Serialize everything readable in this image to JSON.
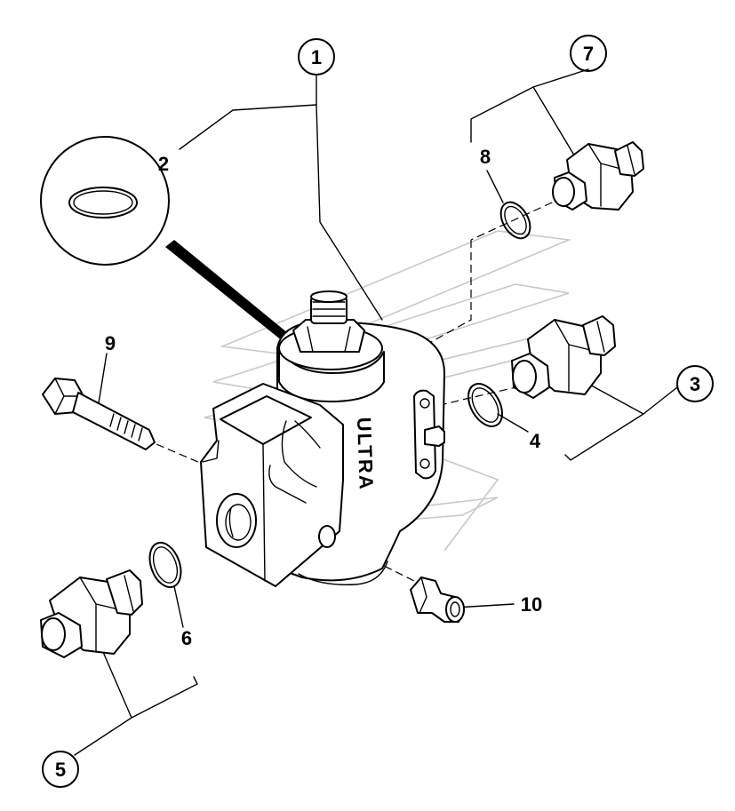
{
  "callouts": {
    "c1": "1",
    "c2": "2",
    "c3": "3",
    "c4": "4",
    "c5": "5",
    "c6": "6",
    "c7": "7",
    "c8": "8",
    "c9": "9",
    "c10": "10"
  },
  "body_marking": "ULTRA"
}
